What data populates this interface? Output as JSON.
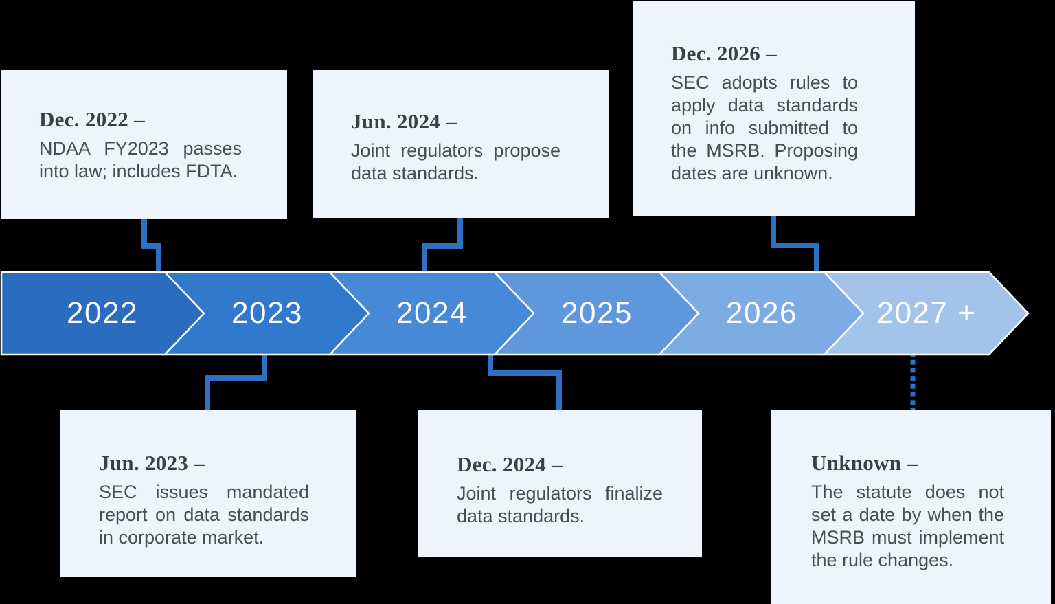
{
  "colors": {
    "background": "#000000",
    "box_background": "#edf4fb",
    "heading_text": "#3b4046",
    "body_text": "#4a4e53",
    "year_text": "#ffffff",
    "chevron_outline": "#ffffff",
    "connector": "#2d6fc1"
  },
  "timeline": {
    "years": [
      {
        "label": "2022",
        "color": "#2a6dc0"
      },
      {
        "label": "2023",
        "color": "#3079cc"
      },
      {
        "label": "2024",
        "color": "#4689d6"
      },
      {
        "label": "2025",
        "color": "#6097dc"
      },
      {
        "label": "2026",
        "color": "#7dabe3"
      },
      {
        "label": "2027 +",
        "color": "#a4c3eb"
      }
    ]
  },
  "events": {
    "top": [
      {
        "date": "Dec. 2022 –",
        "description": "NDAA FY2023 passes into law; includes FDTA."
      },
      {
        "date": "Jun. 2024 –",
        "description": "Joint regulators propose data standards."
      },
      {
        "date": "Dec. 2026 –",
        "description": "SEC adopts rules to apply data standards on info submitted to the MSRB. Proposing dates are unknown."
      }
    ],
    "bottom": [
      {
        "date": "Jun. 2023 –",
        "description": "SEC issues mandated report on data standards in corporate market."
      },
      {
        "date": "Dec. 2024 –",
        "description": "Joint regulators finalize data standards."
      },
      {
        "date": "Unknown –",
        "description": "The statute does not set a date by when the MSRB must implement the rule changes."
      }
    ]
  }
}
